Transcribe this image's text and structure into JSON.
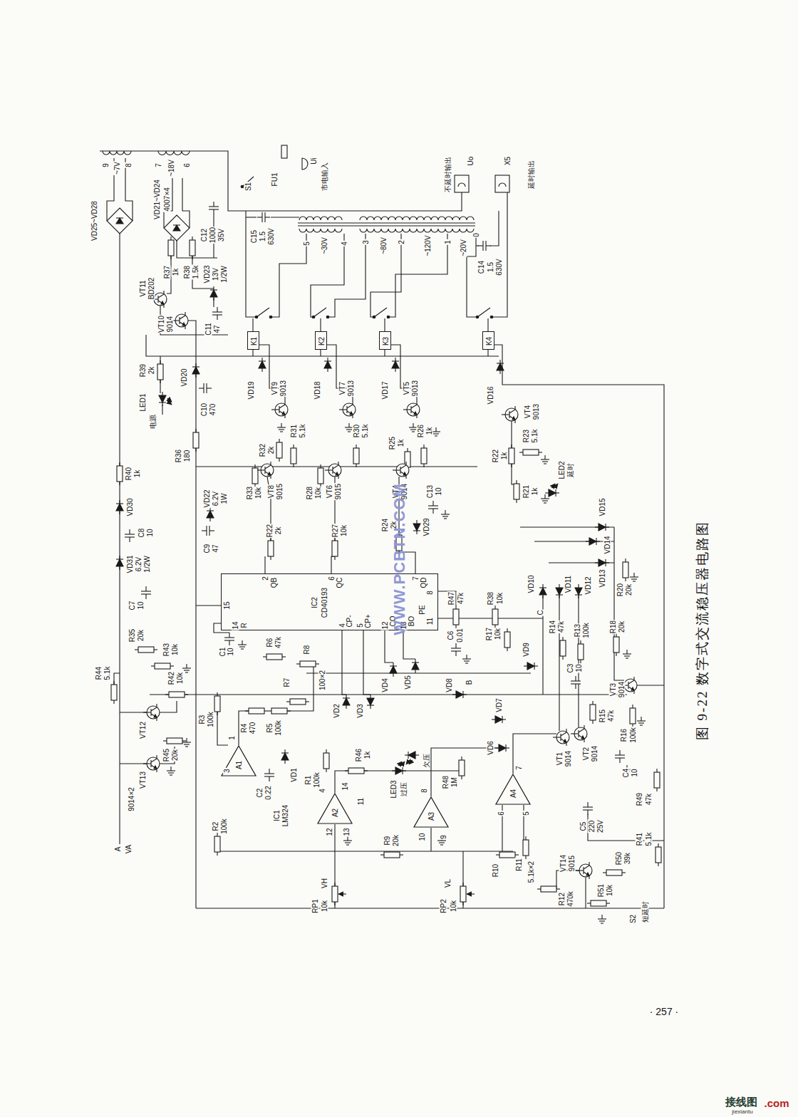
{
  "diagram": {
    "caption": "图 9-22 数字式交流稳压器电路图",
    "nodes": [
      {
        "text": [
          "K1"
        ]
      },
      {
        "text": [
          "K2"
        ]
      },
      {
        "text": [
          "K3"
        ]
      },
      {
        "text": [
          "K4"
        ]
      },
      {
        "text": [
          "IC2",
          "CD40193"
        ]
      },
      {
        "text": [
          "A1"
        ]
      },
      {
        "text": [
          "A2"
        ]
      },
      {
        "text": [
          "A3"
        ]
      },
      {
        "text": [
          "A4"
        ]
      }
    ],
    "labels": [
      "9",
      "~7V",
      "8",
      "7",
      "~18V",
      "6",
      "VD25~VD28",
      "VD21~VD24",
      "4007×4",
      "C12",
      "1000",
      "35V",
      "VT11",
      "BD202",
      "R37",
      "1k",
      "R38",
      "1.5k",
      "VD23",
      "13V",
      "1/2W",
      "VT10",
      "9014",
      "C11",
      "47",
      "R39",
      "2k",
      "LED1",
      "电源",
      "VD20",
      "C10",
      "470",
      "R36",
      "180",
      "VD22",
      "6.2V",
      "1W",
      "C9",
      "47",
      "R40",
      "1k",
      "VD30",
      "C8",
      "10",
      "VD31",
      "6.2V",
      "1/2W",
      "C7",
      "10",
      "R35",
      "20k",
      "R44",
      "5.1k",
      "R43",
      "10k",
      "R42",
      "10k",
      "R3",
      "100k",
      "R4",
      "470",
      "R5",
      "100k",
      "R7",
      "R8",
      "100×2",
      "1",
      "3",
      "VD1",
      "C2",
      "0.22",
      "IC1",
      "LM324",
      "R1",
      "100k",
      "R2",
      "100k",
      "VT12",
      "R45",
      "20k",
      "VT13",
      "9014×2",
      "A",
      "VA",
      "VH",
      "RP1",
      "10k",
      "4",
      "14",
      "11",
      "12",
      "13",
      "R46",
      "1k",
      "欠压",
      "LED3",
      "过压",
      "R48",
      "1M",
      "8",
      "10",
      "9",
      "R9",
      "20k",
      "VL",
      "RP2",
      "10k",
      "VD2",
      "VD3",
      "VD4",
      "VD5",
      "VD8",
      "B",
      "VD7",
      "VD6",
      "VD9",
      "7",
      "6",
      "5",
      "C5",
      "220",
      "25V",
      "R10",
      "R11",
      "5.1k×2",
      "R12",
      "470k",
      "VT14",
      "9015",
      "R51",
      "10k",
      "R50",
      "39k",
      "R41",
      "5.1k",
      "S2",
      "短延时",
      "R49",
      "47k",
      "C4",
      "10",
      "R16",
      "100k",
      "R15",
      "47k",
      "VT2",
      "9014",
      "VT1",
      "9014",
      "VT3",
      "9014",
      "R18",
      "20k",
      "R20",
      "20k",
      "R13",
      "100k",
      "R14",
      "47k",
      "C3",
      "10",
      "C",
      "VD10",
      "VD11",
      "VD12",
      "VD13",
      "VD14",
      "VD15",
      "R47",
      "47k",
      "R38",
      "10k",
      "R17",
      "10k",
      "C6",
      "0.01",
      "15",
      "14",
      "R",
      "4",
      "CP-",
      "5",
      "CP+",
      "12",
      "CO",
      "13",
      "BO",
      "11",
      "PE",
      "8",
      "2",
      "QB",
      "6",
      "QC",
      "7",
      "QD",
      "C1",
      "10",
      "R6",
      "47k",
      "VT8",
      "9015",
      "R33",
      "10k",
      "R22",
      "2k",
      "R31",
      "5.1k",
      "R32",
      "2k",
      "VT9",
      "9013",
      "VD19",
      "VT6",
      "9015",
      "R28",
      "10k",
      "R27",
      "10k",
      "R30",
      "5.1k",
      "VT7",
      "9013",
      "VD18",
      "VT4",
      "9014",
      "R24",
      "2k",
      "VD29",
      "C13",
      "10",
      "R25",
      "1k",
      "R26",
      "1k",
      "VT5",
      "9013",
      "VD17",
      "VD16",
      "VT4",
      "9013",
      "R22",
      "1k",
      "R23",
      "5.1k",
      "R21",
      "1k",
      "LED2",
      "延时",
      "S1",
      "FU1",
      "Ui",
      "市电输入",
      "C15",
      "1.5",
      "630V",
      "5",
      "~30V",
      "4",
      "3",
      "~80V",
      "2",
      "~120V",
      "1",
      "~20V",
      "0",
      "C14",
      "1.5",
      "630V",
      "Uo",
      "不延时输出",
      "X5",
      "延时输出",
      "WWW.PCBTN.COM",
      "· 257 ·",
      "接线图",
      "jiexiantu",
      ".com"
    ]
  }
}
